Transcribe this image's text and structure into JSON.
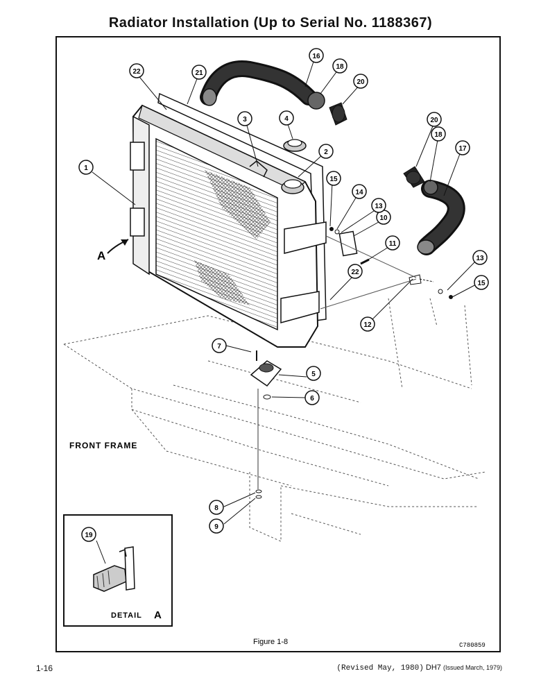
{
  "page_title": "Radiator Installation (Up to Serial No. 1188367)",
  "frame_label": "FRONT FRAME",
  "view_arrow_label": "A",
  "detail_label": "DETAIL",
  "detail_letter": "A",
  "figure_caption": "Figure 1-8",
  "drawing_code": "C780859",
  "page_number": "1-16",
  "revision_text": "(Revised May, 1980)",
  "doc_code": "DH7",
  "issued_text": "(Issued March, 1979)",
  "callouts": [
    {
      "id": "c1",
      "num": "1"
    },
    {
      "id": "c2",
      "num": "2"
    },
    {
      "id": "c3",
      "num": "3"
    },
    {
      "id": "c4",
      "num": "4"
    },
    {
      "id": "c5",
      "num": "5"
    },
    {
      "id": "c6",
      "num": "6"
    },
    {
      "id": "c7",
      "num": "7"
    },
    {
      "id": "c8",
      "num": "8"
    },
    {
      "id": "c9",
      "num": "9"
    },
    {
      "id": "c10",
      "num": "10"
    },
    {
      "id": "c11",
      "num": "11"
    },
    {
      "id": "c12",
      "num": "12"
    },
    {
      "id": "c13a",
      "num": "13"
    },
    {
      "id": "c13b",
      "num": "13"
    },
    {
      "id": "c14",
      "num": "14"
    },
    {
      "id": "c15a",
      "num": "15"
    },
    {
      "id": "c15b",
      "num": "15"
    },
    {
      "id": "c16",
      "num": "16"
    },
    {
      "id": "c17",
      "num": "17"
    },
    {
      "id": "c18a",
      "num": "18"
    },
    {
      "id": "c18b",
      "num": "18"
    },
    {
      "id": "c19",
      "num": "19"
    },
    {
      "id": "c20a",
      "num": "20"
    },
    {
      "id": "c20b",
      "num": "20"
    },
    {
      "id": "c21",
      "num": "21"
    },
    {
      "id": "c22a",
      "num": "22"
    },
    {
      "id": "c22b",
      "num": "22"
    }
  ]
}
